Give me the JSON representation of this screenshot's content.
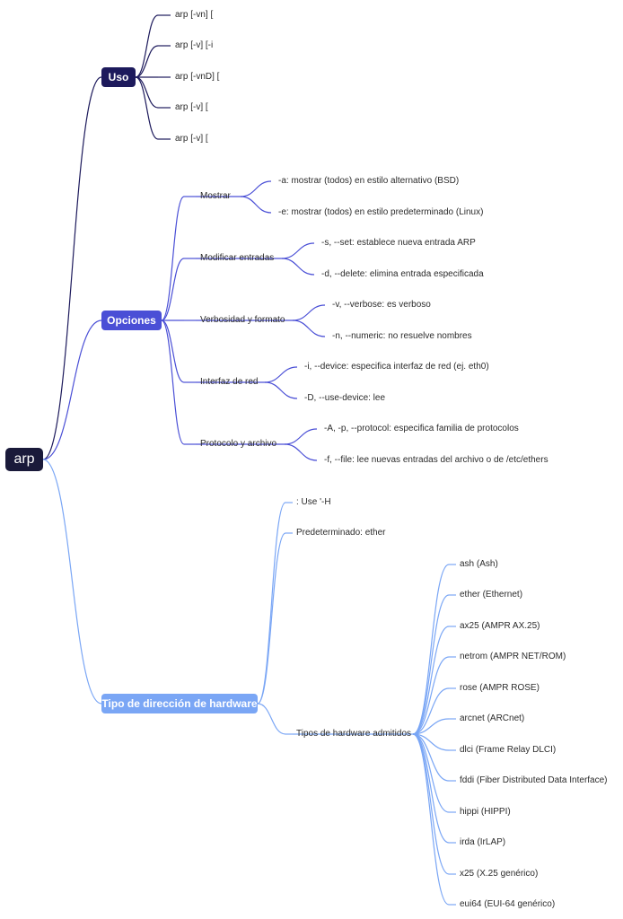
{
  "colors": {
    "root": "#1a1a3a",
    "uso": "#1d1a5c",
    "opciones": "#4a4fd6",
    "tipo": "#7aa6f5"
  },
  "root": {
    "label": "arp"
  },
  "uso": {
    "label": "Uso",
    "items": [
      "arp [-vn] [",
      "arp [-v] [-i",
      "arp [-vnD] [",
      "arp [-v] [",
      "arp [-v] ["
    ]
  },
  "opciones": {
    "label": "Opciones",
    "groups": [
      {
        "label": "Mostrar",
        "items": [
          "-a: mostrar (todos) en estilo alternativo (BSD)",
          "-e: mostrar (todos) en estilo predeterminado (Linux)"
        ]
      },
      {
        "label": "Modificar entradas",
        "items": [
          "-s, --set: establece nueva entrada ARP",
          "-d, --delete: elimina entrada especificada"
        ]
      },
      {
        "label": "Verbosidad y formato",
        "items": [
          "-v, --verbose: es verboso",
          "-n, --numeric: no resuelve nombres"
        ]
      },
      {
        "label": "Interfaz de red",
        "items": [
          "-i, --device: especifica interfaz de red (ej. eth0)",
          "-D, --use-device: lee"
        ]
      },
      {
        "label": "Protocolo y archivo",
        "items": [
          "-A, -p, --protocol: especifica familia de protocolos",
          "-f, --file: lee nuevas entradas del archivo o de /etc/ethers"
        ]
      }
    ]
  },
  "tipo": {
    "label": "Tipo de dirección de hardware",
    "use_h": ": Use '-H",
    "default": "Predeterminado: ether",
    "supported": {
      "label": "Tipos de hardware admitidos",
      "items": [
        "ash (Ash)",
        "ether (Ethernet)",
        "ax25 (AMPR AX.25)",
        "netrom (AMPR NET/ROM)",
        "rose (AMPR ROSE)",
        "arcnet (ARCnet)",
        "dlci (Frame Relay DLCI)",
        "fddi (Fiber Distributed Data Interface)",
        "hippi (HIPPI)",
        "irda (IrLAP)",
        "x25 (X.25 genérico)",
        "eui64 (EUI-64 genérico)"
      ]
    }
  }
}
